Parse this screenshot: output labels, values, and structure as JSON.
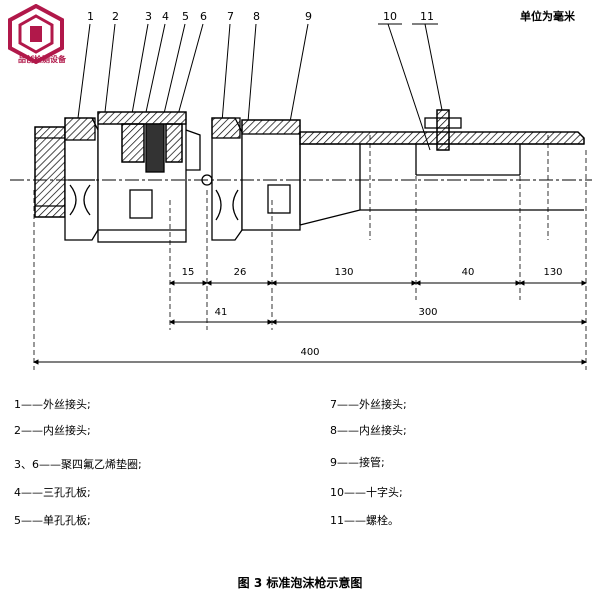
{
  "logo": {
    "text": "品创检测设备"
  },
  "unit_note": "单位为毫米",
  "callouts": [
    "1",
    "2",
    "3",
    "4",
    "5",
    "6",
    "7",
    "8",
    "9",
    "10",
    "11"
  ],
  "dimensions": {
    "row1": [
      "15",
      "26",
      "130",
      "40",
      "130"
    ],
    "row2": [
      "41",
      "300"
    ],
    "row3": [
      "400"
    ]
  },
  "legend_left": [
    "1——外丝接头;",
    "2——内丝接头;",
    "3、6——聚四氟乙烯垫圈;",
    "4——三孔孔板;",
    "5——单孔孔板;"
  ],
  "legend_right": [
    "7——外丝接头;",
    "8——内丝接头;",
    "9——接管;",
    "10——十字头;",
    "11——螺栓。"
  ],
  "caption": "图 3  标准泡沫枪示意图",
  "colors": {
    "logo": "#b1184a",
    "ink": "#000000"
  }
}
